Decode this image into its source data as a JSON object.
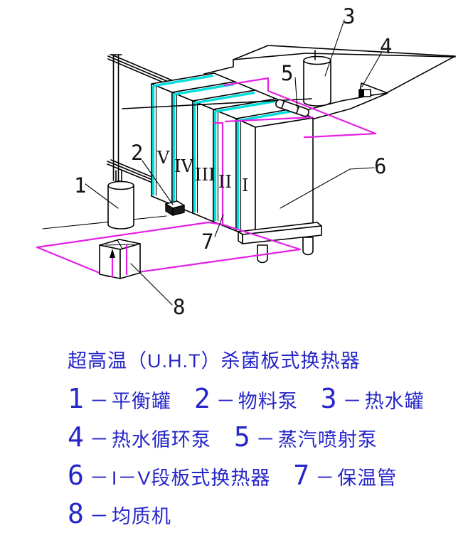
{
  "colors": {
    "line": "#000000",
    "plate_edge_cyan": "#00dede",
    "pipe_magenta": "#e520e5",
    "legend_text": "#2626c9"
  },
  "diagram": {
    "part_labels": [
      "1",
      "2",
      "3",
      "4",
      "5",
      "6",
      "7",
      "8"
    ],
    "section_labels": [
      "V",
      "IV",
      "III",
      "II",
      "I"
    ]
  },
  "legend": {
    "title": "超高温（U.H.T）杀菌板式换热器",
    "dash": "－",
    "rows": [
      [
        {
          "num": "1",
          "name": "平衡罐"
        },
        {
          "num": "2",
          "name": "物料泵"
        },
        {
          "num": "3",
          "name": "热水罐"
        }
      ],
      [
        {
          "num": "4",
          "name": "热水循环泵"
        },
        {
          "num": "5",
          "name": "蒸汽喷射泵"
        }
      ],
      [
        {
          "num": "6",
          "name": "I－V段板式换热器"
        },
        {
          "num": "7",
          "name": "保温管"
        }
      ],
      [
        {
          "num": "8",
          "name": "均质机"
        }
      ]
    ]
  }
}
